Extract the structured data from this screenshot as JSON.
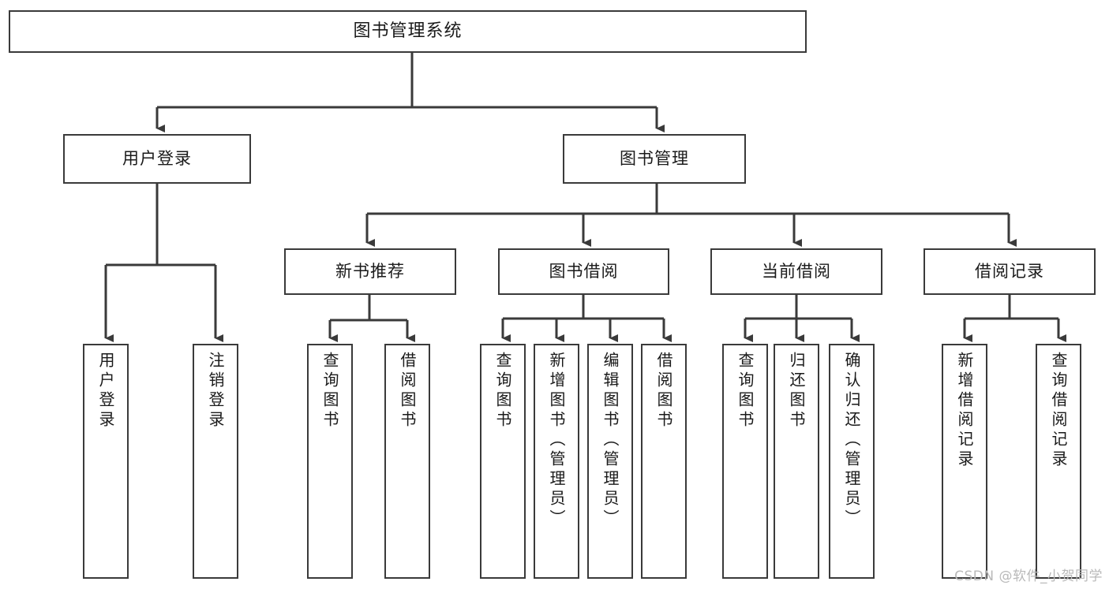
{
  "diagram": {
    "title": "图书管理系统",
    "watermark": "CSDN @软件_小贺同学",
    "colors": {
      "stroke": "#3a3a3a",
      "fill": "#ffffff",
      "text": "#1a1a1a",
      "watermark": "#b9b9b9",
      "background": "#ffffff"
    },
    "root": {
      "label": "图书管理系统"
    },
    "level1": [
      {
        "label": "用户登录"
      },
      {
        "label": "图书管理"
      }
    ],
    "level2": [
      {
        "label": "新书推荐"
      },
      {
        "label": "图书借阅"
      },
      {
        "label": "当前借阅"
      },
      {
        "label": "借阅记录"
      }
    ],
    "leaves": {
      "user_login": [
        {
          "label": "用户登录"
        },
        {
          "label": "注销登录"
        }
      ],
      "new_book": [
        {
          "label": "查询图书"
        },
        {
          "label": "借阅图书"
        }
      ],
      "book_borrow": [
        {
          "label": "查询图书"
        },
        {
          "label": "新增图书（管理员）"
        },
        {
          "label": "编辑图书（管理员）"
        },
        {
          "label": "借阅图书"
        }
      ],
      "current_borrow": [
        {
          "label": "查询图书"
        },
        {
          "label": "归还图书"
        },
        {
          "label": "确认归还（管理员）"
        }
      ],
      "borrow_record": [
        {
          "label": "新增借阅记录"
        },
        {
          "label": "查询借阅记录"
        }
      ]
    }
  }
}
